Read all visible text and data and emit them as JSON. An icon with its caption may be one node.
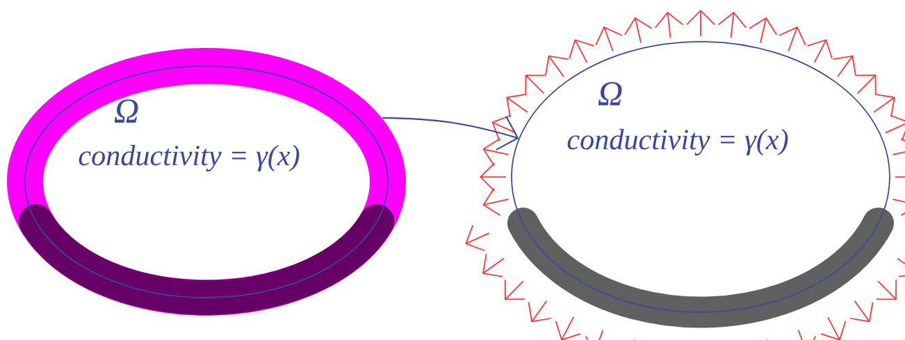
{
  "diagram": {
    "nodes": [
      {
        "text": [
          "Ω",
          "conductivity = γ(x)"
        ]
      },
      {
        "text": [
          "Ω",
          "conductivity = γ(x)"
        ]
      }
    ],
    "edges": [
      {
        "from": 0,
        "to": 1,
        "arrow": "to"
      }
    ]
  }
}
